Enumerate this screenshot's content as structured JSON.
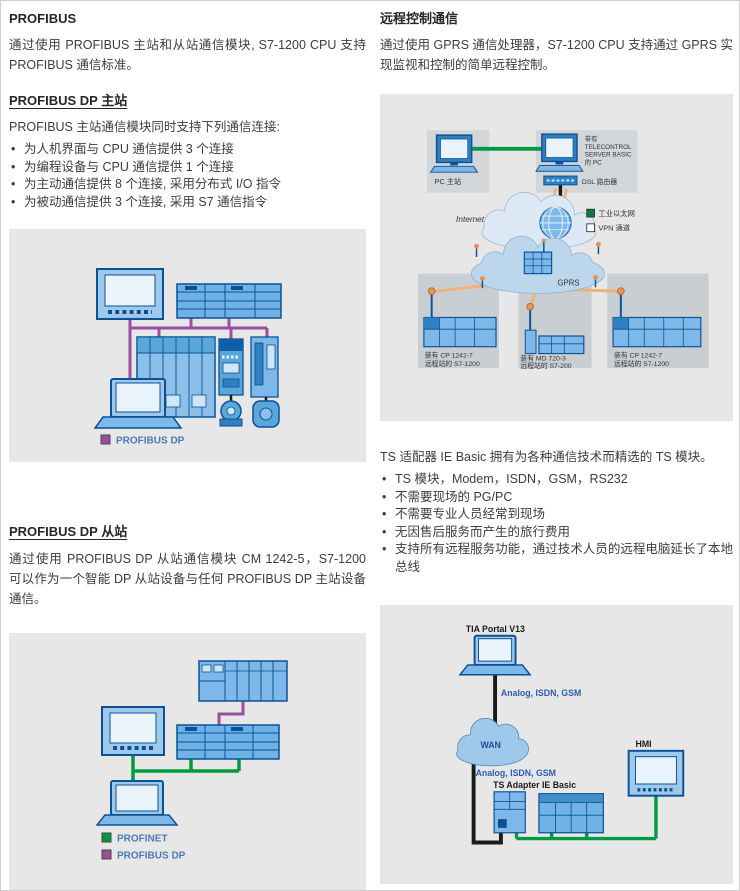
{
  "left": {
    "section1_title": "PROFIBUS",
    "section1_body": "通过使用 PROFIBUS 主站和从站通信模块, S7-1200 CPU 支持 PROFIBUS 通信标准。",
    "section2_title": "PROFIBUS DP 主站",
    "section2_intro": "PROFIBUS 主站通信模块同时支持下列通信连接:",
    "section2_bullets": [
      "为人机界面与 CPU 通信提供 3 个连接",
      "为编程设备与 CPU 通信提供 1 个连接",
      "为主动通信提供 8 个连接, 采用分布式 I/O 指令",
      "为被动通信提供 3 个连接, 采用 S7 通信指令"
    ],
    "diagram_master": {
      "legend": [
        {
          "label": "PROFIBUS DP",
          "color": "#9a4f9e"
        }
      ]
    },
    "section3_title": "PROFIBUS DP 从站",
    "section3_body": "通过使用 PROFIBUS DP 从站通信模块 CM 1242-5，S7-1200 可以作为一个智能 DP 从站设备与任何 PROFIBUS DP 主站设备通信。",
    "diagram_slave": {
      "legend": [
        {
          "label": "PROFINET",
          "color": "#009a44"
        },
        {
          "label": "PROFIBUS DP",
          "color": "#9a4f9e"
        }
      ]
    }
  },
  "right": {
    "section1_title": "远程控制通信",
    "section1_body": "通过使用 GPRS 通信处理器，S7-1200 CPU 支持通过 GPRS 实现监视和控制的简单远程控制。",
    "diagram_gprs": {
      "pc_station_label": "PC 主站",
      "server_pc_lines": [
        "带有",
        "TELECONTROL",
        "SERVER BASIC",
        "的 PC"
      ],
      "dsl_router_label": "DSL 路由器",
      "internet_label": "Internet",
      "gprs_label": "GPRS",
      "legend": [
        {
          "label": "工业以太网",
          "color": "#0f7a3d"
        },
        {
          "label": "VPN 通道",
          "color": "#ffffff"
        }
      ],
      "stations": [
        {
          "line1": "装有 CP 1242-7",
          "line2": "远程站的 S7-1200"
        },
        {
          "line1": "装有 MD 720-3",
          "line2": "远程站的 S7-200"
        },
        {
          "line1": "装有 CP 1242-7",
          "line2": "远程站的 S7-1200"
        }
      ]
    },
    "section2_body": "TS 适配器 IE Basic 拥有为各种通信技术而精选的 TS 模块。",
    "section2_bullets": [
      "TS 模块，Modem，ISDN，GSM，RS232",
      "不需要现场的 PG/PC",
      "不需要专业人员经常到现场",
      "无因售后服务而产生的旅行费用",
      "支持所有远程服务功能，通过技术人员的远程电脑延长了本地总线"
    ],
    "diagram_ts": {
      "tia_label": "TIA Portal V13",
      "link1_label": "Analog, ISDN, GSM",
      "wan_label": "WAN",
      "link2_label": "Analog, ISDN, GSM",
      "adapter_label": "TS Adapter IE Basic",
      "hmi_label": "HMI"
    }
  }
}
